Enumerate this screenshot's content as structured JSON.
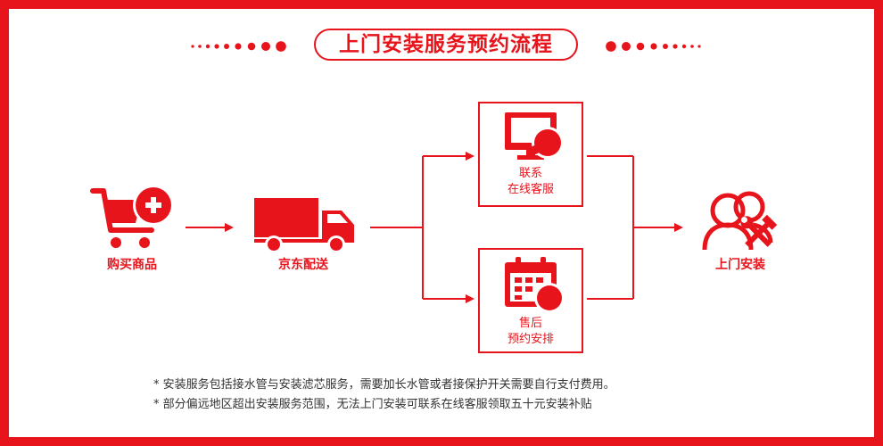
{
  "title": "上门安装服务预约流程",
  "steps": {
    "buy": {
      "label": "购买商品",
      "icon": "cart-plus-icon"
    },
    "delivery": {
      "label": "京东配送",
      "icon": "truck-icon"
    },
    "contact": {
      "label_line1": "联系",
      "label_line2": "在线客服",
      "icon": "monitor-chat-icon"
    },
    "schedule": {
      "label_line1": "售后",
      "label_line2": "预约安排",
      "icon": "calendar-icon"
    },
    "install": {
      "label": "上门安装",
      "icon": "technician-tools-icon"
    }
  },
  "notes": [
    "* 安装服务包括接水管与安装滤芯服务，需要加长水管或者接保护开关需要自行支付费用。",
    "* 部分偏远地区超出安装服务范围，无法上门安装可联系在线客服领取五十元安装补贴"
  ],
  "colors": {
    "accent": "#e8141c",
    "note_text": "#333333"
  }
}
